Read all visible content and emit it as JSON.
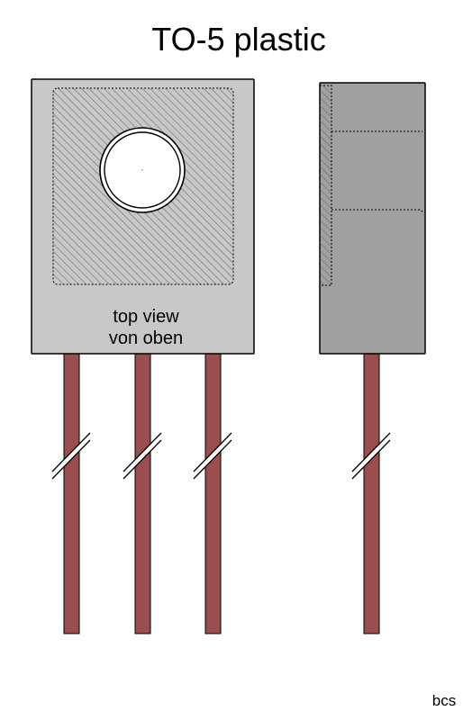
{
  "title": "TO-5 plastic",
  "labels": {
    "top_view_en": "top view",
    "top_view_de": "von oben"
  },
  "credit": "bcs",
  "colors": {
    "body_front": "#c8c8c8",
    "body_side": "#a0a0a0",
    "lead": "#9a4e4e",
    "outline": "#000000",
    "hatch": "#555555"
  },
  "icons": {
    "lead_break": "double-slash-break-icon",
    "mounting_hole": "circle-hole-icon"
  }
}
